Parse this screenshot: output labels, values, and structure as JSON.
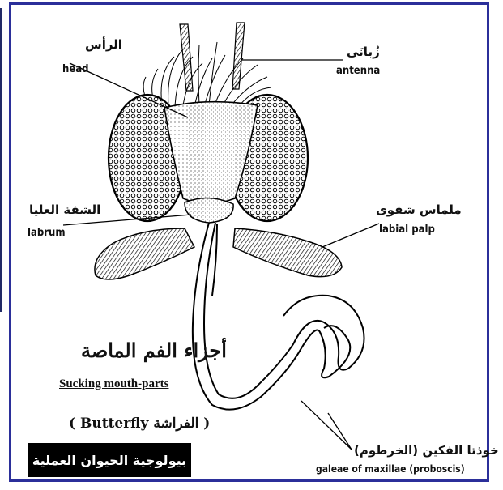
{
  "labels": {
    "head_ar": "الرأس",
    "head_en": "head",
    "antenna_ar": "زُبانَى",
    "antenna_en": "antenna",
    "labrum_ar": "الشفة العليا",
    "labrum_en": "labrum",
    "labial_palp_ar": "ملماس شفوى",
    "labial_palp_en": "labial palp",
    "galeae_ar": "خوذتا الفكين (الخرطوم)",
    "galeae_en": "galeae of maxillae  (proboscis)"
  },
  "title": {
    "arabic": "أجزاء الفم الماصة",
    "english": "Sucking mouth-parts",
    "subtitle": "( الفراشة Butterfly )"
  },
  "badge": {
    "text": "بيولوجية الحيوان العملية"
  },
  "colors": {
    "frame": "#2b2f9a",
    "ink": "#111111",
    "badge_bg": "#000000",
    "badge_text": "#ffffff"
  }
}
